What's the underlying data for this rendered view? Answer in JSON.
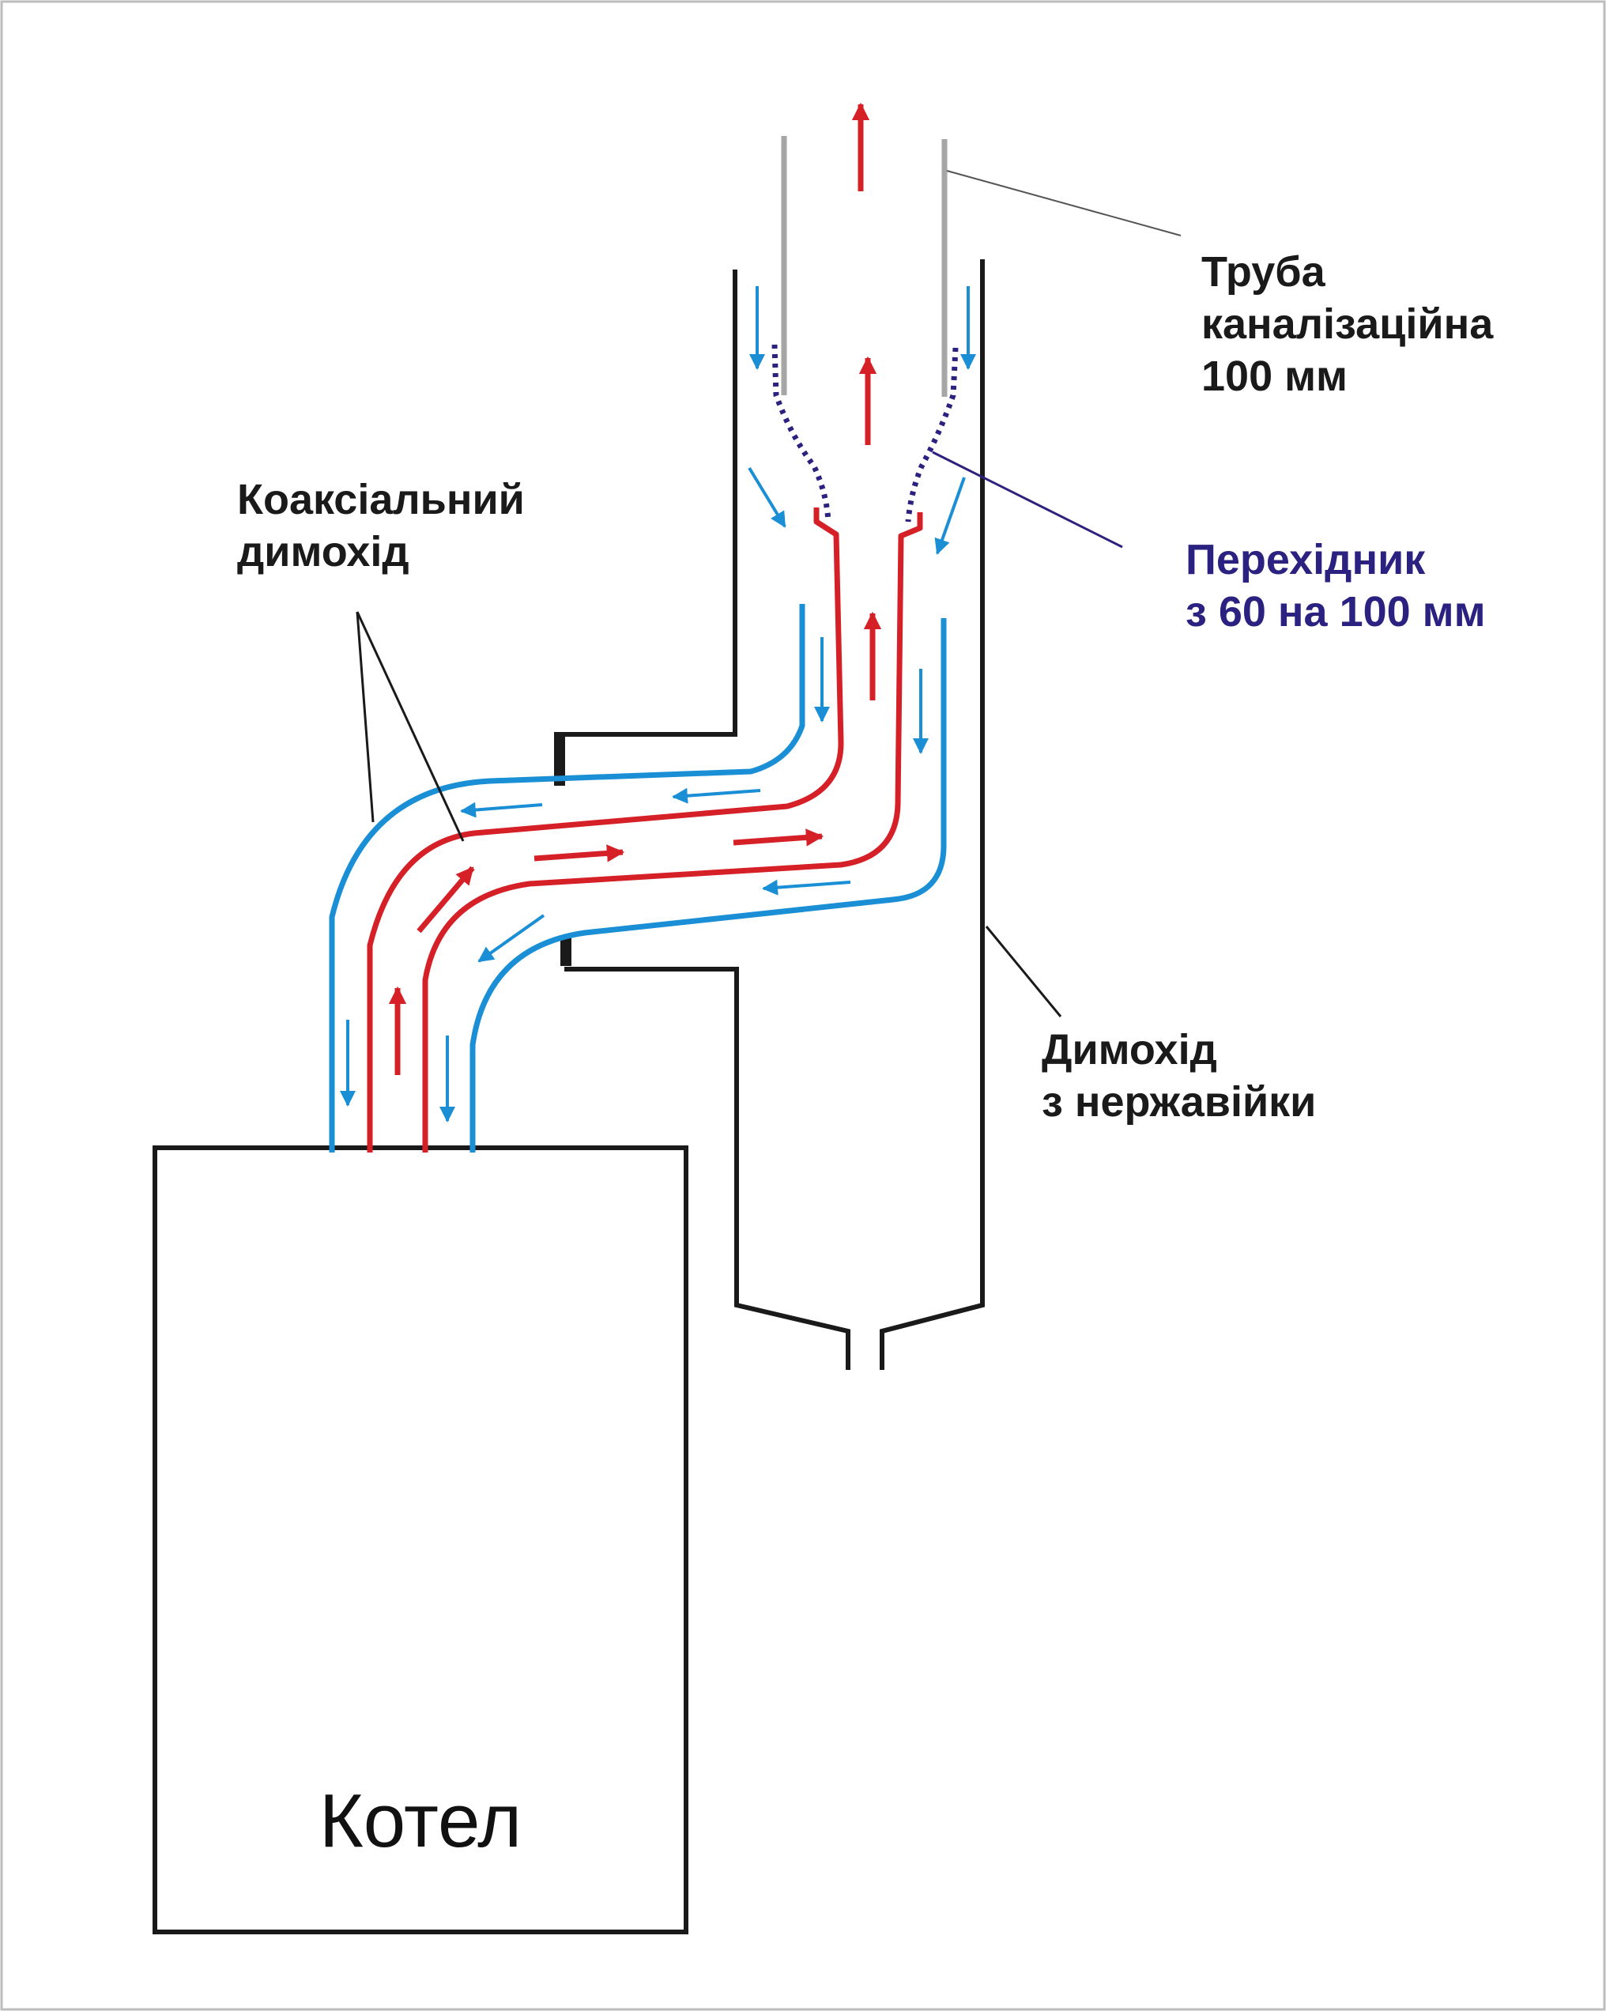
{
  "labels": {
    "pipe_line1": "Труба",
    "pipe_line2": "каналізаційна",
    "pipe_line3": "100 мм",
    "coaxial_line1": "Коаксіальний",
    "coaxial_line2": "димохід",
    "adapter_line1": "Перехідник",
    "adapter_line2": "з 60 на 100 мм",
    "steel_line1": "Димохід",
    "steel_line2": "з нержавійки",
    "boiler": "Котел"
  },
  "colors": {
    "hot_flow": "#d62027",
    "cold_flow": "#1a8fd6",
    "outline": "#1a1a1a",
    "sewer_pipe": "#a6a6a6",
    "adapter": "#2b2180",
    "frame": "#bdbdbd"
  }
}
